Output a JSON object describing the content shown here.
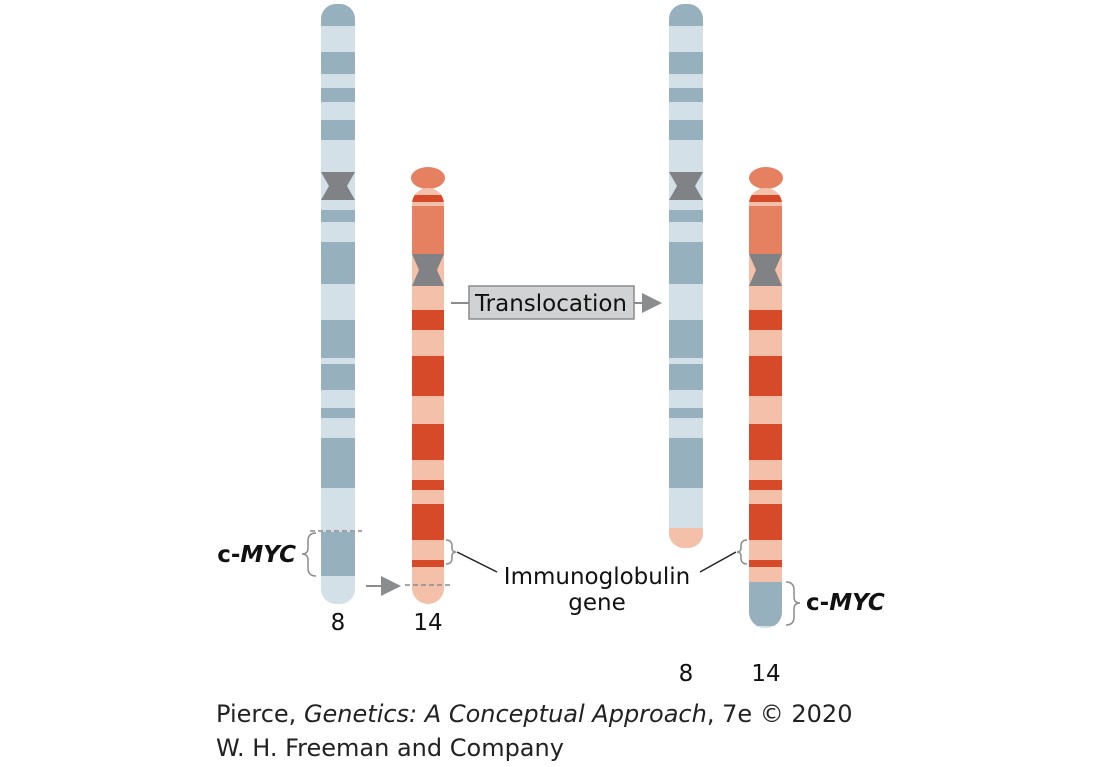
{
  "colors": {
    "chr8_light": "#d3e0e8",
    "chr8_dark": "#97b0be",
    "chr14_light": "#f4c0aa",
    "chr14_dark": "#d64a2a",
    "chr14_cap": "#e58060",
    "centromere": "#808285",
    "button_fill": "#d0d2d3",
    "arrow_grey": "#8a8c8e"
  },
  "labels": {
    "translocation": "Translocation",
    "cmyc_prefix": "c-",
    "cmyc_gene": "MYC",
    "immunoglobulin_line1": "Immunoglobulin",
    "immunoglobulin_line2": "gene",
    "chr8_before": "8",
    "chr14_before": "14",
    "chr8_after": "8",
    "chr14_after": "14"
  },
  "credit": {
    "author": "Pierce, ",
    "book": "Genetics: A Conceptual Approach",
    "edition": ", 7e © 2020",
    "publisher": "W. H. Freeman and Company"
  }
}
